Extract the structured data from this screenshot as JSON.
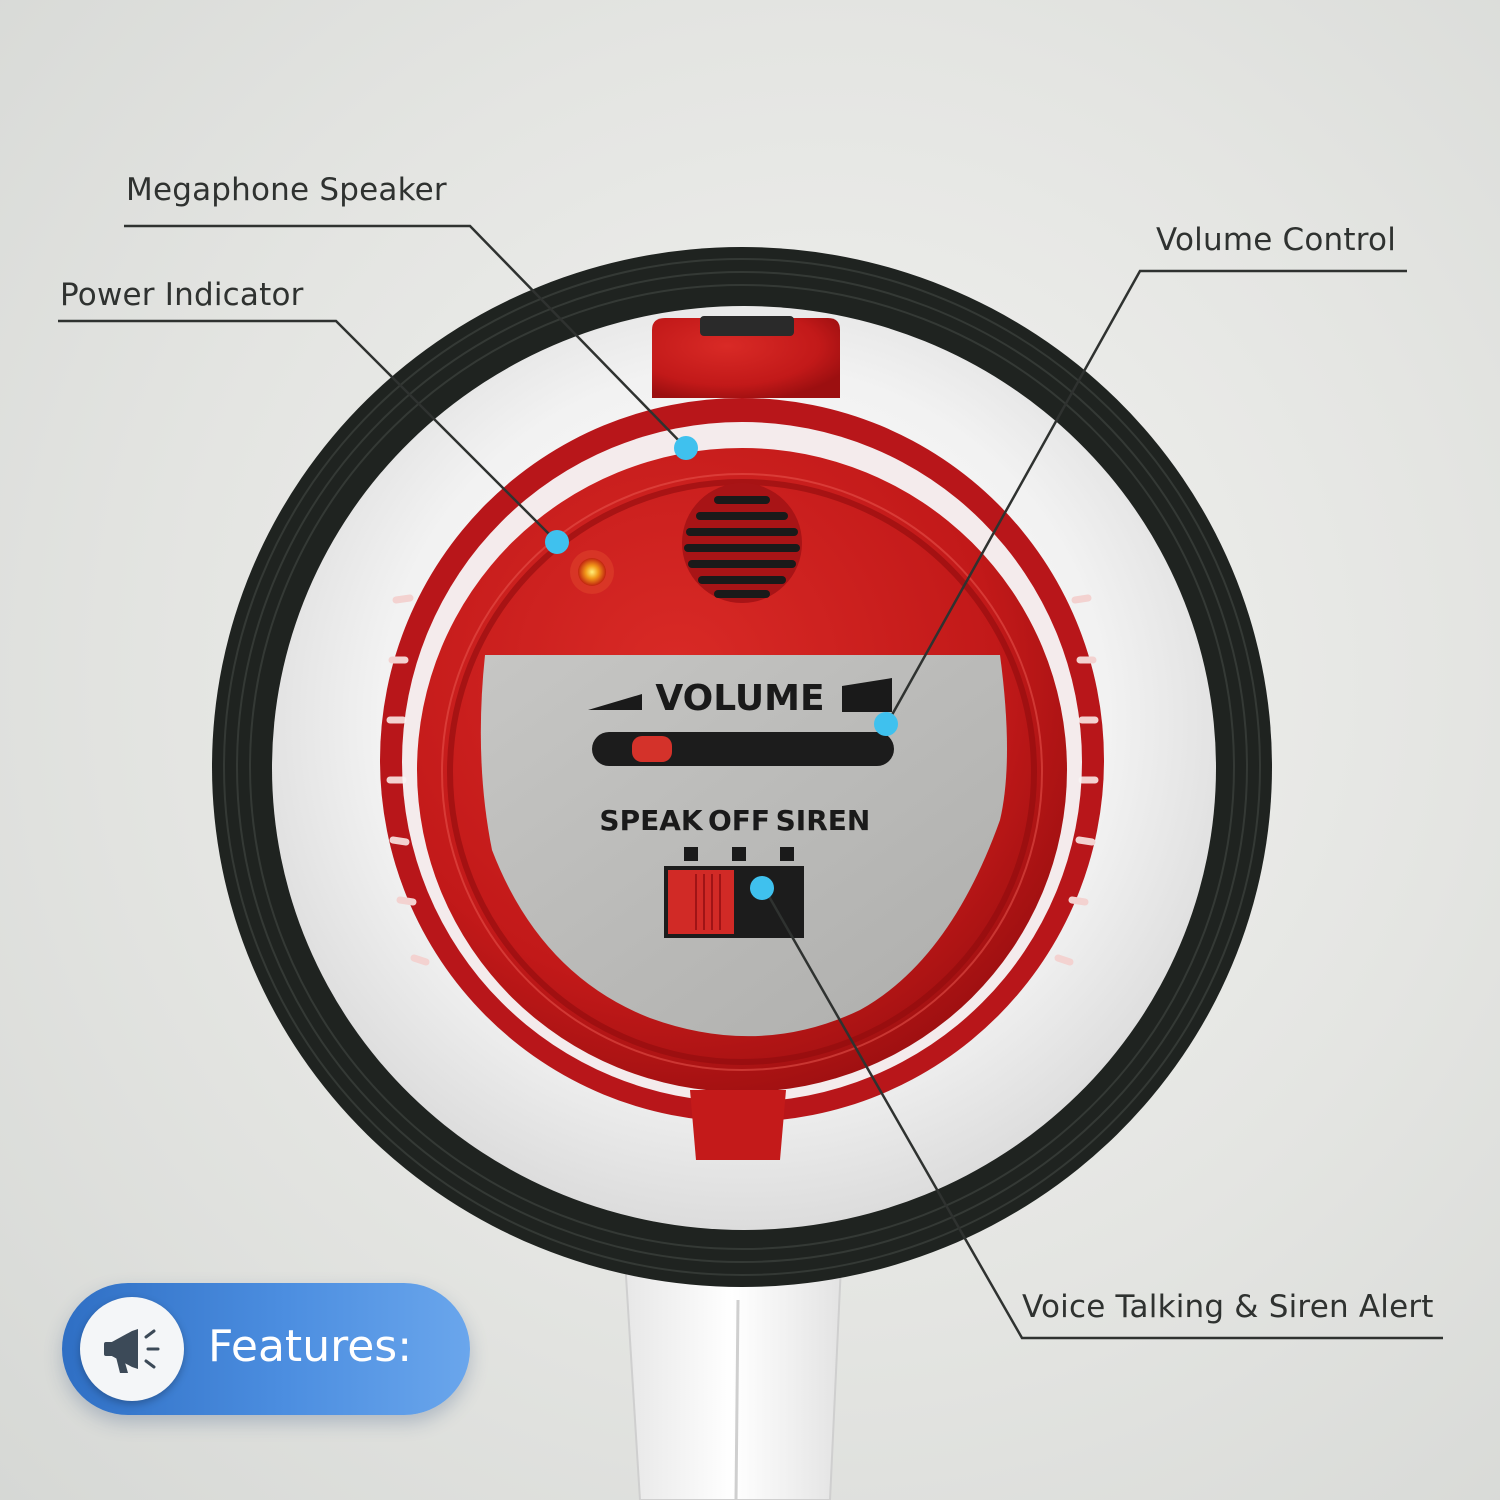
{
  "callouts": {
    "megaphone_speaker": "Megaphone Speaker",
    "power_indicator": "Power Indicator",
    "volume_control": "Volume Control",
    "voice_siren": "Voice Talking & Siren Alert"
  },
  "device": {
    "volume_label": "VOLUME",
    "mode_labels": [
      "SPEAK",
      "OFF",
      "SIREN"
    ]
  },
  "badge": {
    "label": "Features:",
    "icon": "megaphone-icon"
  },
  "colors": {
    "red": "#c41a1a",
    "rim": "#1f2320",
    "panel": "#bdbdbb",
    "callout_dot": "#3fc1ee",
    "badge_blue": "#3e7fd6"
  }
}
